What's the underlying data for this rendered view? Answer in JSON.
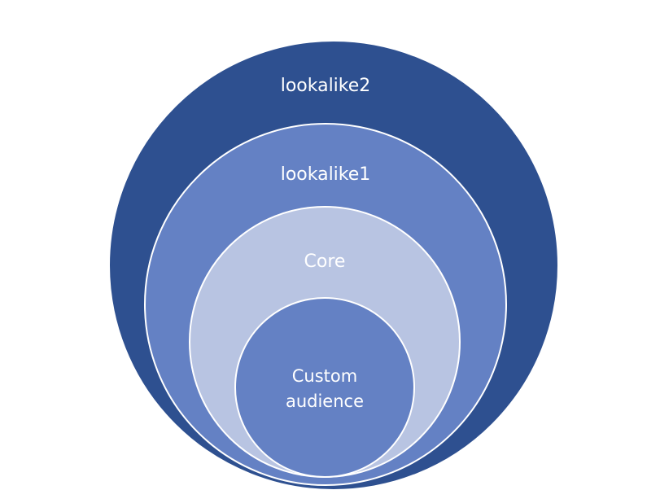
{
  "colors": {
    "lookalike2": "#2e5090",
    "lookalike1": "#6481c4",
    "core": "#b8c4e2",
    "custom": "#6481c4",
    "stroke": "#ffffff"
  },
  "rings": {
    "lookalike2": {
      "label": "lookalike2"
    },
    "lookalike1": {
      "label": "lookalike1"
    },
    "core": {
      "label": "Core"
    },
    "custom": {
      "label_line1": "Custom",
      "label_line2": "audience"
    }
  }
}
